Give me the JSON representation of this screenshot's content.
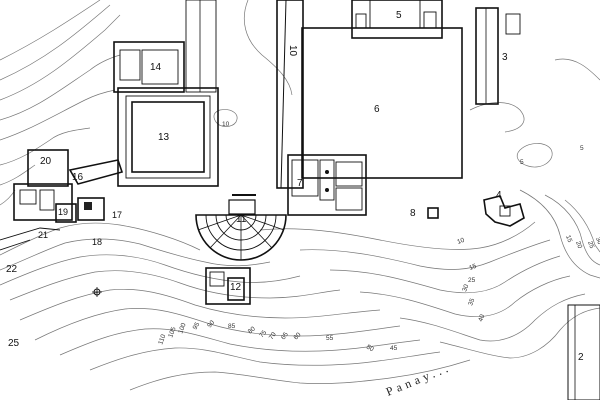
{
  "map": {
    "road_label": "Panay...",
    "buildings": {
      "b2": "2",
      "b3": "3",
      "b4": "4",
      "b5": "5",
      "b6": "6",
      "b7": "7",
      "b8": "8",
      "b10": "10",
      "b11": "11",
      "b12": "12",
      "b13": "13",
      "b14": "14",
      "b16": "16",
      "b17": "17",
      "b18": "18",
      "b19": "19",
      "b20": "20",
      "b21": "21",
      "b22": "22",
      "b25": "25"
    },
    "elevations": {
      "e110": "110",
      "e105": "105",
      "e100": "100",
      "e95": "95",
      "e90": "90",
      "e85": "85",
      "e80": "80",
      "e75": "75",
      "e70": "70",
      "e65": "65",
      "e60": "60",
      "e55": "55",
      "e50": "50",
      "e45": "45",
      "e40": "40",
      "e35": "35",
      "e30": "30",
      "e25": "25",
      "e20": "20",
      "e15": "15",
      "e10": "10",
      "e5": "5"
    }
  }
}
